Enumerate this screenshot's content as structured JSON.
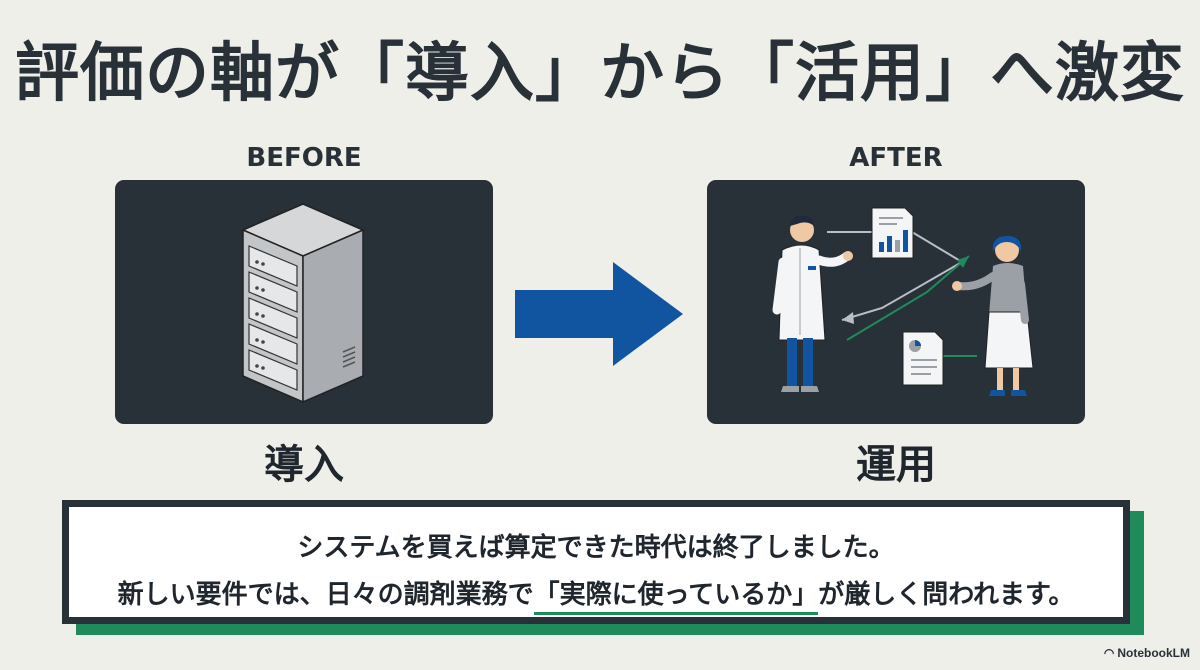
{
  "title": "評価の軸が「導入」から「活用」へ激変",
  "before": {
    "label": "BEFORE",
    "caption": "導入",
    "icon": "server-icon"
  },
  "after": {
    "label": "AFTER",
    "caption": "運用",
    "icon": "pharmacist-consultation-icon"
  },
  "arrow": {
    "icon": "right-arrow-icon",
    "color": "#1155a0"
  },
  "note": {
    "line1": "システムを買えば算定できた時代は終了しました。",
    "line2_pre": "新しい要件では、日々の調剤業務で",
    "line2_highlight": "「実際に使っているか」",
    "line2_post": "が厳しく問われます。"
  },
  "brand": "NotebookLM",
  "colors": {
    "panel": "#283038",
    "accent_green": "#1f8a5a",
    "arrow_blue": "#1155a0",
    "background": "#efefea"
  }
}
